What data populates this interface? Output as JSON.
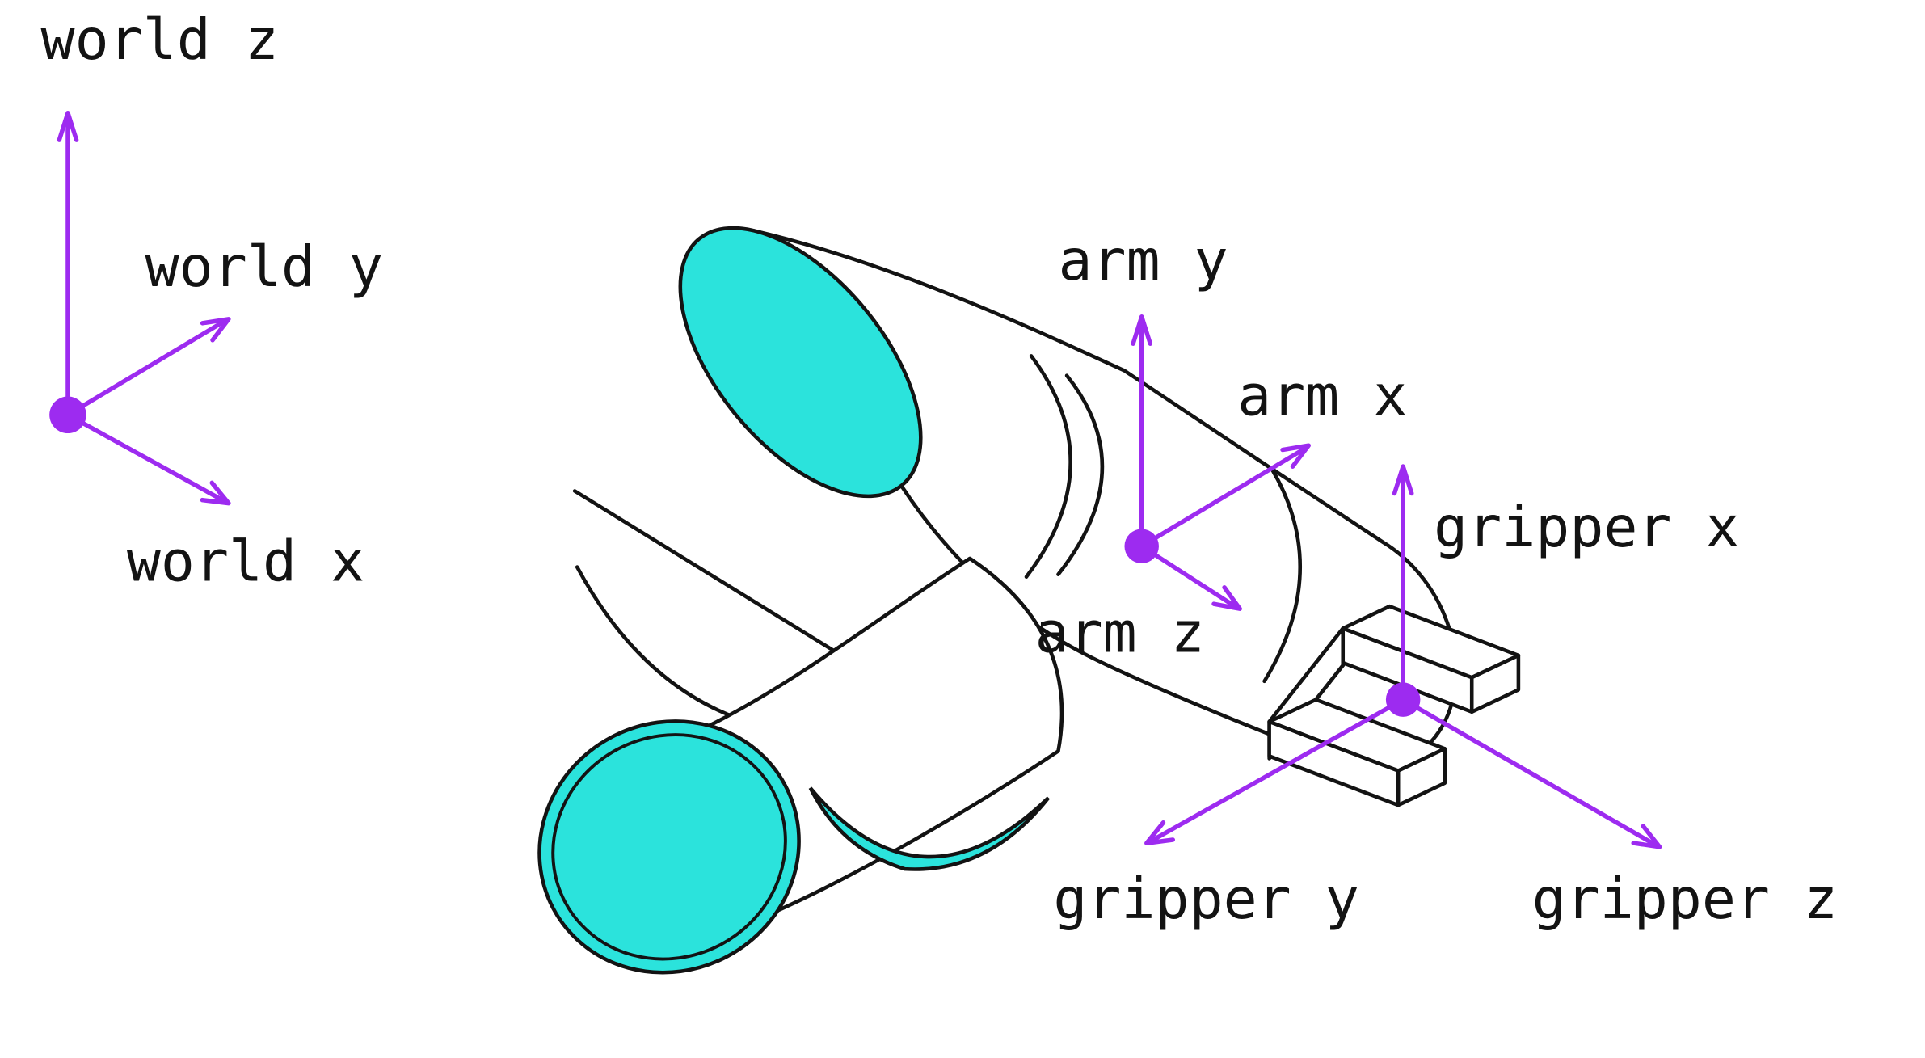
{
  "title": "Robot arm coordinate frames diagram",
  "colors": {
    "accent": "#9D2BF0",
    "highlight": "#2BE3DC",
    "outline": "#131313",
    "background": "#FFFFFF"
  },
  "illustration": {
    "name": "robot-arm-isometric"
  },
  "frames": [
    {
      "name": "world",
      "labels": {
        "x": "world x",
        "y": "world y",
        "z": "world z"
      }
    },
    {
      "name": "arm",
      "labels": {
        "x": "arm x",
        "y": "arm y",
        "z": "arm z"
      }
    },
    {
      "name": "gripper",
      "labels": {
        "x": "gripper x",
        "y": "gripper y",
        "z": "gripper z"
      }
    }
  ]
}
